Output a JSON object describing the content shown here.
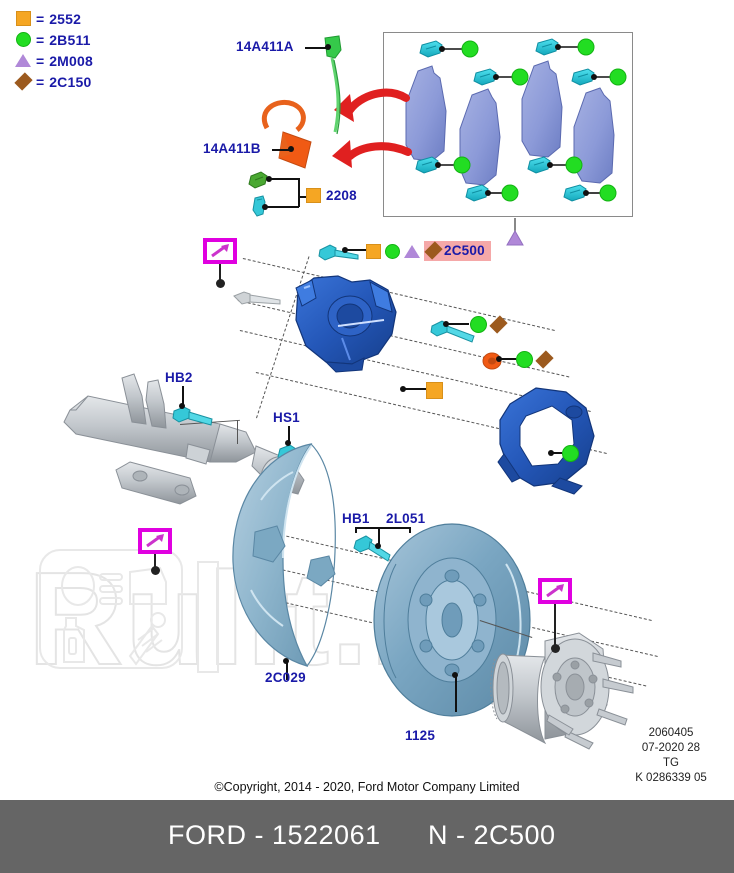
{
  "legend": {
    "items": [
      {
        "symbol": "square",
        "color": "#f5a623",
        "code": "2552",
        "eq": "="
      },
      {
        "symbol": "circle",
        "color": "#22dd22",
        "code": "2B511",
        "eq": "="
      },
      {
        "symbol": "triangle",
        "color": "#b088d8",
        "code": "2M008",
        "eq": "="
      },
      {
        "symbol": "diamond",
        "color": "#9c5a1e",
        "code": "2C150",
        "eq": "="
      }
    ]
  },
  "labels": {
    "sensor_a": "14A411A",
    "sensor_b": "14A411B",
    "bleed": "2208",
    "caliper": "2C500",
    "bolt_hb2": "HB2",
    "bolt_hs1": "HS1",
    "bolt_hb1": "HB1",
    "bolt_2l051": "2L051",
    "shield": "2C029",
    "rotor": "1125"
  },
  "watermark": {
    "text": "Rulit.ru"
  },
  "meta": {
    "line1": "2060405",
    "line2": "07-2020 28",
    "line3": "TG",
    "line4": "K 0286339 05"
  },
  "copyright": "©Copyright, 2014 - 2020, Ford Motor Company Limited",
  "footer": {
    "part": "FORD - 1522061",
    "sub": "N - 2C500"
  },
  "colors": {
    "label_blue": "#1a1aa8",
    "highlight_pink": "#f5a8a8",
    "zoom_magenta": "#e000e0",
    "footer_gray": "#656565",
    "caliper_blue": "#2457b8",
    "pad_blue": "#8c9ad8",
    "clip_teal": "#20c8d8",
    "metal_gray": "#b8bcc0"
  }
}
